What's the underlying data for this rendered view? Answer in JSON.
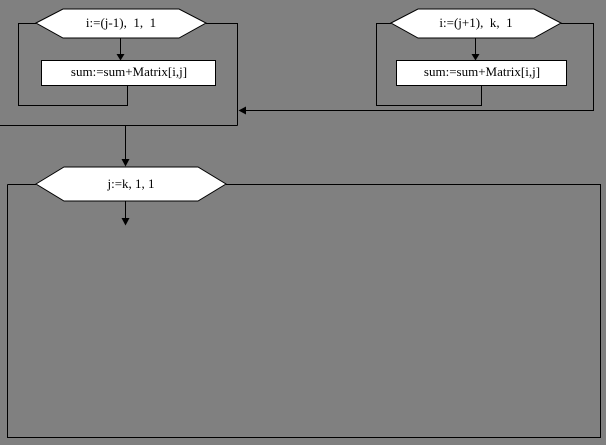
{
  "colors": {
    "background": "#808080",
    "shape_fill": "#ffffff",
    "line": "#000000",
    "text": "#000000"
  },
  "flowchart": {
    "inner_loop_left": {
      "header": "i:=(j-1),  1,  1",
      "body": "sum:=sum+Matrix[i,j]"
    },
    "inner_loop_right": {
      "header": "i:=(j+1),  k,  1",
      "body": "sum:=sum+Matrix[i,j]"
    },
    "outer_loop": {
      "header": "j:=k, 1, 1"
    }
  }
}
